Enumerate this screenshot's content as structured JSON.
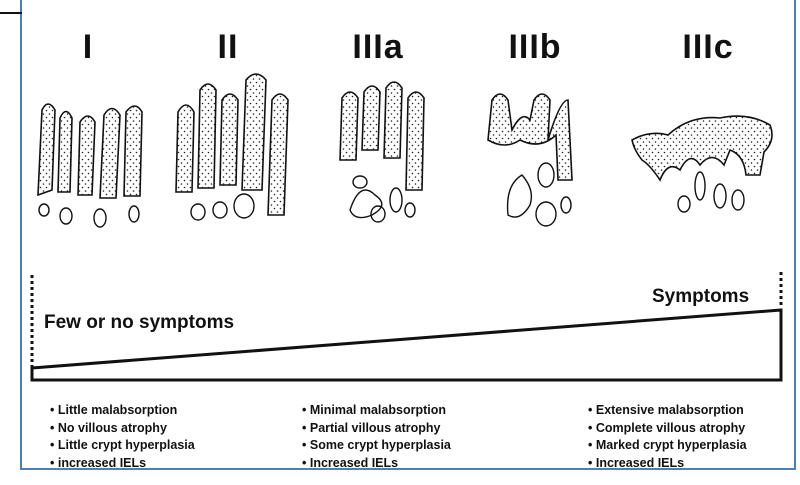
{
  "stages": [
    {
      "label": "I"
    },
    {
      "label": "II"
    },
    {
      "label": "IIIa"
    },
    {
      "label": "IIIb"
    },
    {
      "label": "IIIc"
    }
  ],
  "symptoms": {
    "low_label": "Few or no symptoms",
    "high_label": "Symptoms"
  },
  "columns": [
    {
      "items": [
        "Little malabsorption",
        "No villous atrophy",
        "Little crypt hyperplasia",
        "increased  IELs"
      ]
    },
    {
      "items": [
        "Minimal malabsorption",
        "Partial villous atrophy",
        "Some crypt hyperplasia",
        "Increased  IELs"
      ]
    },
    {
      "items": [
        "Extensive malabsorption",
        "Complete villous atrophy",
        "Marked crypt hyperplasia",
        "Increased  IELs"
      ]
    }
  ],
  "colors": {
    "frame": "#4a7fbd",
    "ink": "#111111"
  }
}
